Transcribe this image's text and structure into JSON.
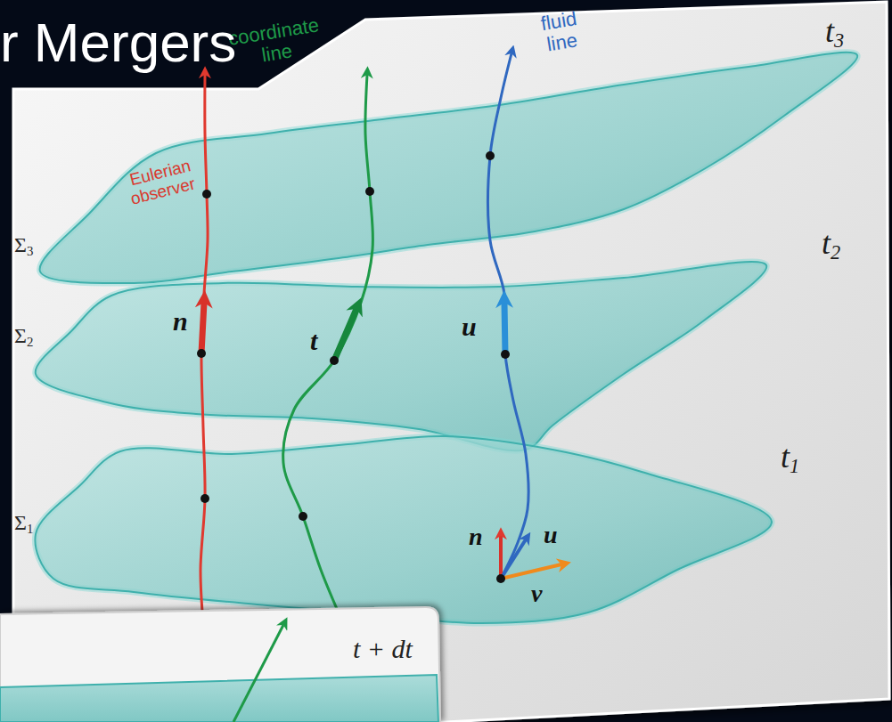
{
  "diagram": {
    "title": "r Mergers",
    "nodes": [
      {
        "text": [
          "t3",
          "Σ3"
        ]
      },
      {
        "text": [
          "t2",
          "Σ2"
        ]
      },
      {
        "text": [
          "t1",
          "Σ1"
        ]
      }
    ],
    "labels": [
      "Eulerian observer",
      "coordinate line",
      "fluid line",
      "n",
      "t",
      "u",
      "n",
      "u",
      "v",
      "t + dt"
    ]
  }
}
